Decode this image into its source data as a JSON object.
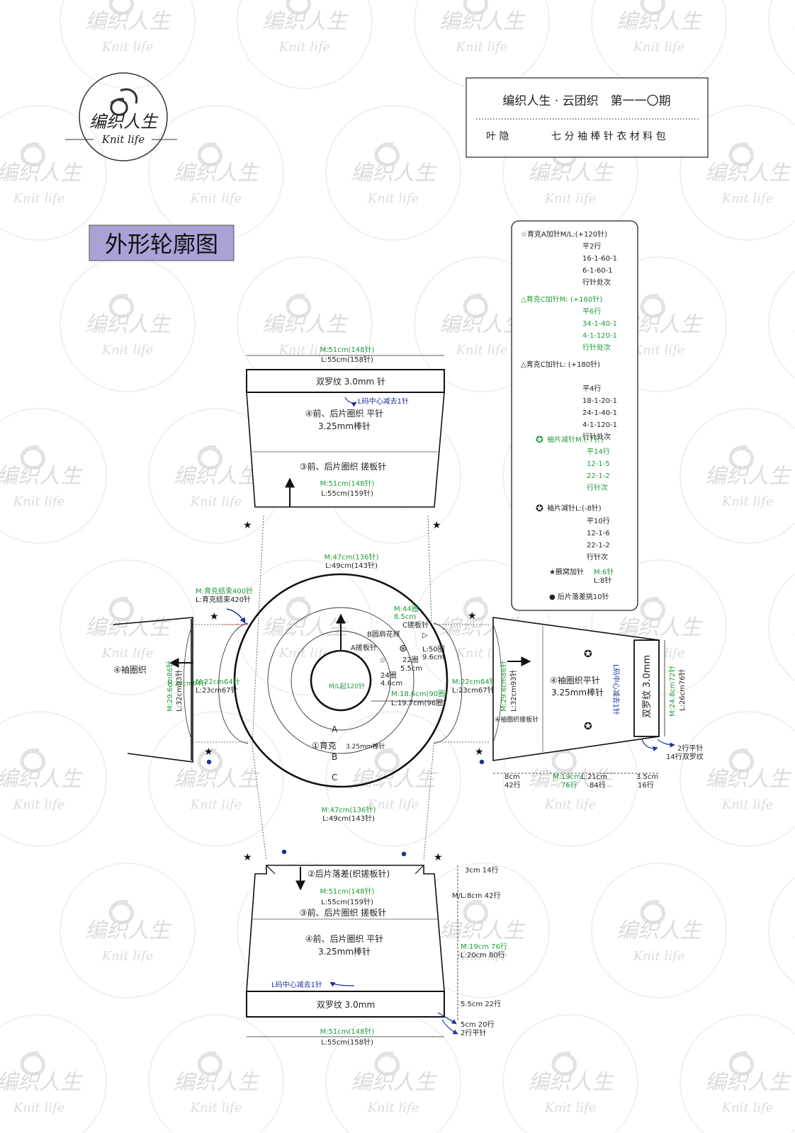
{
  "watermark": {
    "cn": "编织人生",
    "en": "Knit life"
  },
  "logo": {
    "cn": "编织人生",
    "en": "Knit life"
  },
  "header": {
    "line1": "编织人生 · 云团织　第一一〇期",
    "name": "叶 隐",
    "product": "七 分 袖 棒 针 衣 材 料 包"
  },
  "page_title": "外形轮廓图",
  "legend": {
    "yokeA": {
      "title": "☆育克A加针M/L:(+120针)",
      "lines": [
        "平2行",
        "16-1-60-1",
        "6-1-60-1",
        "行针处次"
      ]
    },
    "yokeCM": {
      "title": "△育克C加针M:   (+160针)",
      "lines": [
        "平6行",
        "34-1-40-1",
        "4-1-120-1",
        "行针处次"
      ]
    },
    "yokeCL": {
      "title": "△育克C加针L:   (+180针)",
      "lines": [
        "平4行",
        "18-1-20-1",
        "24-1-40-1",
        "4-1-120-1",
        "行针处次"
      ]
    },
    "sleeveM": {
      "title": "袖片减针M:(-7针)",
      "lines": [
        "平14行",
        "12-1-5",
        "22-1-2",
        "行针次"
      ]
    },
    "sleeveL": {
      "title": "袖片减针L:(-8针)",
      "lines": [
        "平10行",
        "12-1-6",
        "22-1-2",
        "行针次"
      ]
    },
    "underarm": {
      "title": "★腋窝加针",
      "m": "M:6针",
      "l": "L:8针"
    },
    "backdrop": {
      "title": "● 后片落差挑10针"
    }
  },
  "top_piece": {
    "top_width_m": "M:51cm(148针)",
    "top_width_l": "L:55cm(158针)",
    "rib": "双罗纹  3.0mm 针",
    "l_dec": "L码中心减去1针",
    "body1": "④前、后片圈织 平针",
    "body2": "3.25mm棒针",
    "short_rows": "③前、后片圈织 搓板针",
    "bottom_m": "M:51cm(148针)",
    "bottom_l": "L:55cm(159针)"
  },
  "yoke": {
    "outer_m": "M:47cm(136针)",
    "outer_l": "L:49cm(143针)",
    "yoke_end_m": "M:育克结束400针",
    "yoke_end_l": "L:育克结束420针",
    "m44": "M:44圈",
    "m44b": "8.5cm",
    "c_garter": "C搓板针",
    "b_pattern": "B圆肩花样",
    "a_garter": "A搓板针",
    "l50": "L:50圈",
    "l50b": "9.6cm",
    "r22": "22圈",
    "r22b": "5.5cm",
    "r24": "24圈",
    "r24b": "4.6cm",
    "start": "M/L起120针",
    "m186": "M:18.6cm(90圈)",
    "l197": "L:19.7cm(96圈)",
    "label_a": "A",
    "label_b": "B",
    "label_c": "C",
    "yoke_name": "①育克",
    "yoke_needle": "3.25mm棒针",
    "bottom_m": "M:47cm(136针)",
    "bottom_l": "L:49cm(143针)",
    "left_m": "M:22cm64针",
    "left_l": "L:23cm67针",
    "right_m": "M:22cm64针",
    "right_l": "L:23cm67针"
  },
  "left_sleeve": {
    "label": "④袖圈织",
    "m": "M:29.6cm86针",
    "l": "L:32cm93针"
  },
  "right_sleeve": {
    "m": "M:29.6cm86针",
    "l": "L:32cm93针",
    "garter": "④袖圈织搓板针",
    "body1": "④袖圈织平针",
    "body2": "3.25mm棒针",
    "l_dec": "L码中心减去1针",
    "rib": "双罗纹  3.0mm",
    "cuff_m": "M:24.8cm72针",
    "cuff_l": "L:26cm76针",
    "plain": "2行平针",
    "rib_rows": "14行双罗纹",
    "d1a": "8cm",
    "d1b": "42行",
    "d2a": "M:19cm",
    "d2b": "L:21cm",
    "d2c": "76行",
    "d2d": "84行",
    "d3a": "3.5cm",
    "d3b": "16行"
  },
  "bottom_piece": {
    "back_drop": "②后片落差(织搓板针)",
    "w1_m": "M:51cm(148针)",
    "w1_l": "L:55cm(159针)",
    "short_rows": "③前、后片圈织 搓板针",
    "body1": "④前、后片圈织 平针",
    "body2": "3.25mm棒针",
    "l_dec": "L码中心减去1针",
    "rib": "双罗纹  3.0mm",
    "w2_m": "M:51cm(148针)",
    "w2_l": "L:55cm(158针)",
    "r1": "3cm  14行",
    "r2": "M/L:8cm  42行",
    "r3m": "M:19cm  76行",
    "r3l": "L:20cm  80行",
    "r4": "5.5cm  22行",
    "r5": "5cm  20行",
    "r6": "2行平针"
  },
  "colors": {
    "green": "#1f9a3a",
    "blue": "#1f2f9a",
    "title_bg": "#a8a2d6",
    "line": "#111111"
  }
}
